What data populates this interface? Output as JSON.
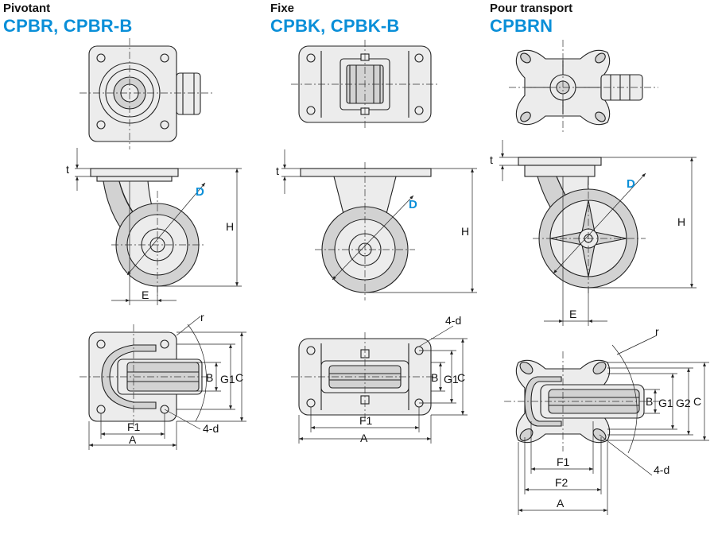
{
  "columns": [
    {
      "kind": "Pivotant",
      "model": "CPBR, CPBR-B"
    },
    {
      "kind": "Fixe",
      "model": "CPBK, CPBK-B"
    },
    {
      "kind": "Pour transport",
      "model": "CPBRN"
    }
  ],
  "labels": {
    "t": "t",
    "D": "D",
    "H": "H",
    "E": "E",
    "r": "r",
    "B": "B",
    "G1": "G1",
    "G2": "G2",
    "C": "C",
    "F1": "F1",
    "F2": "F2",
    "A": "A",
    "d4": "4-d"
  },
  "colors": {
    "accent": "#0a8fd8",
    "line": "#222222",
    "fill": "#ececec"
  }
}
